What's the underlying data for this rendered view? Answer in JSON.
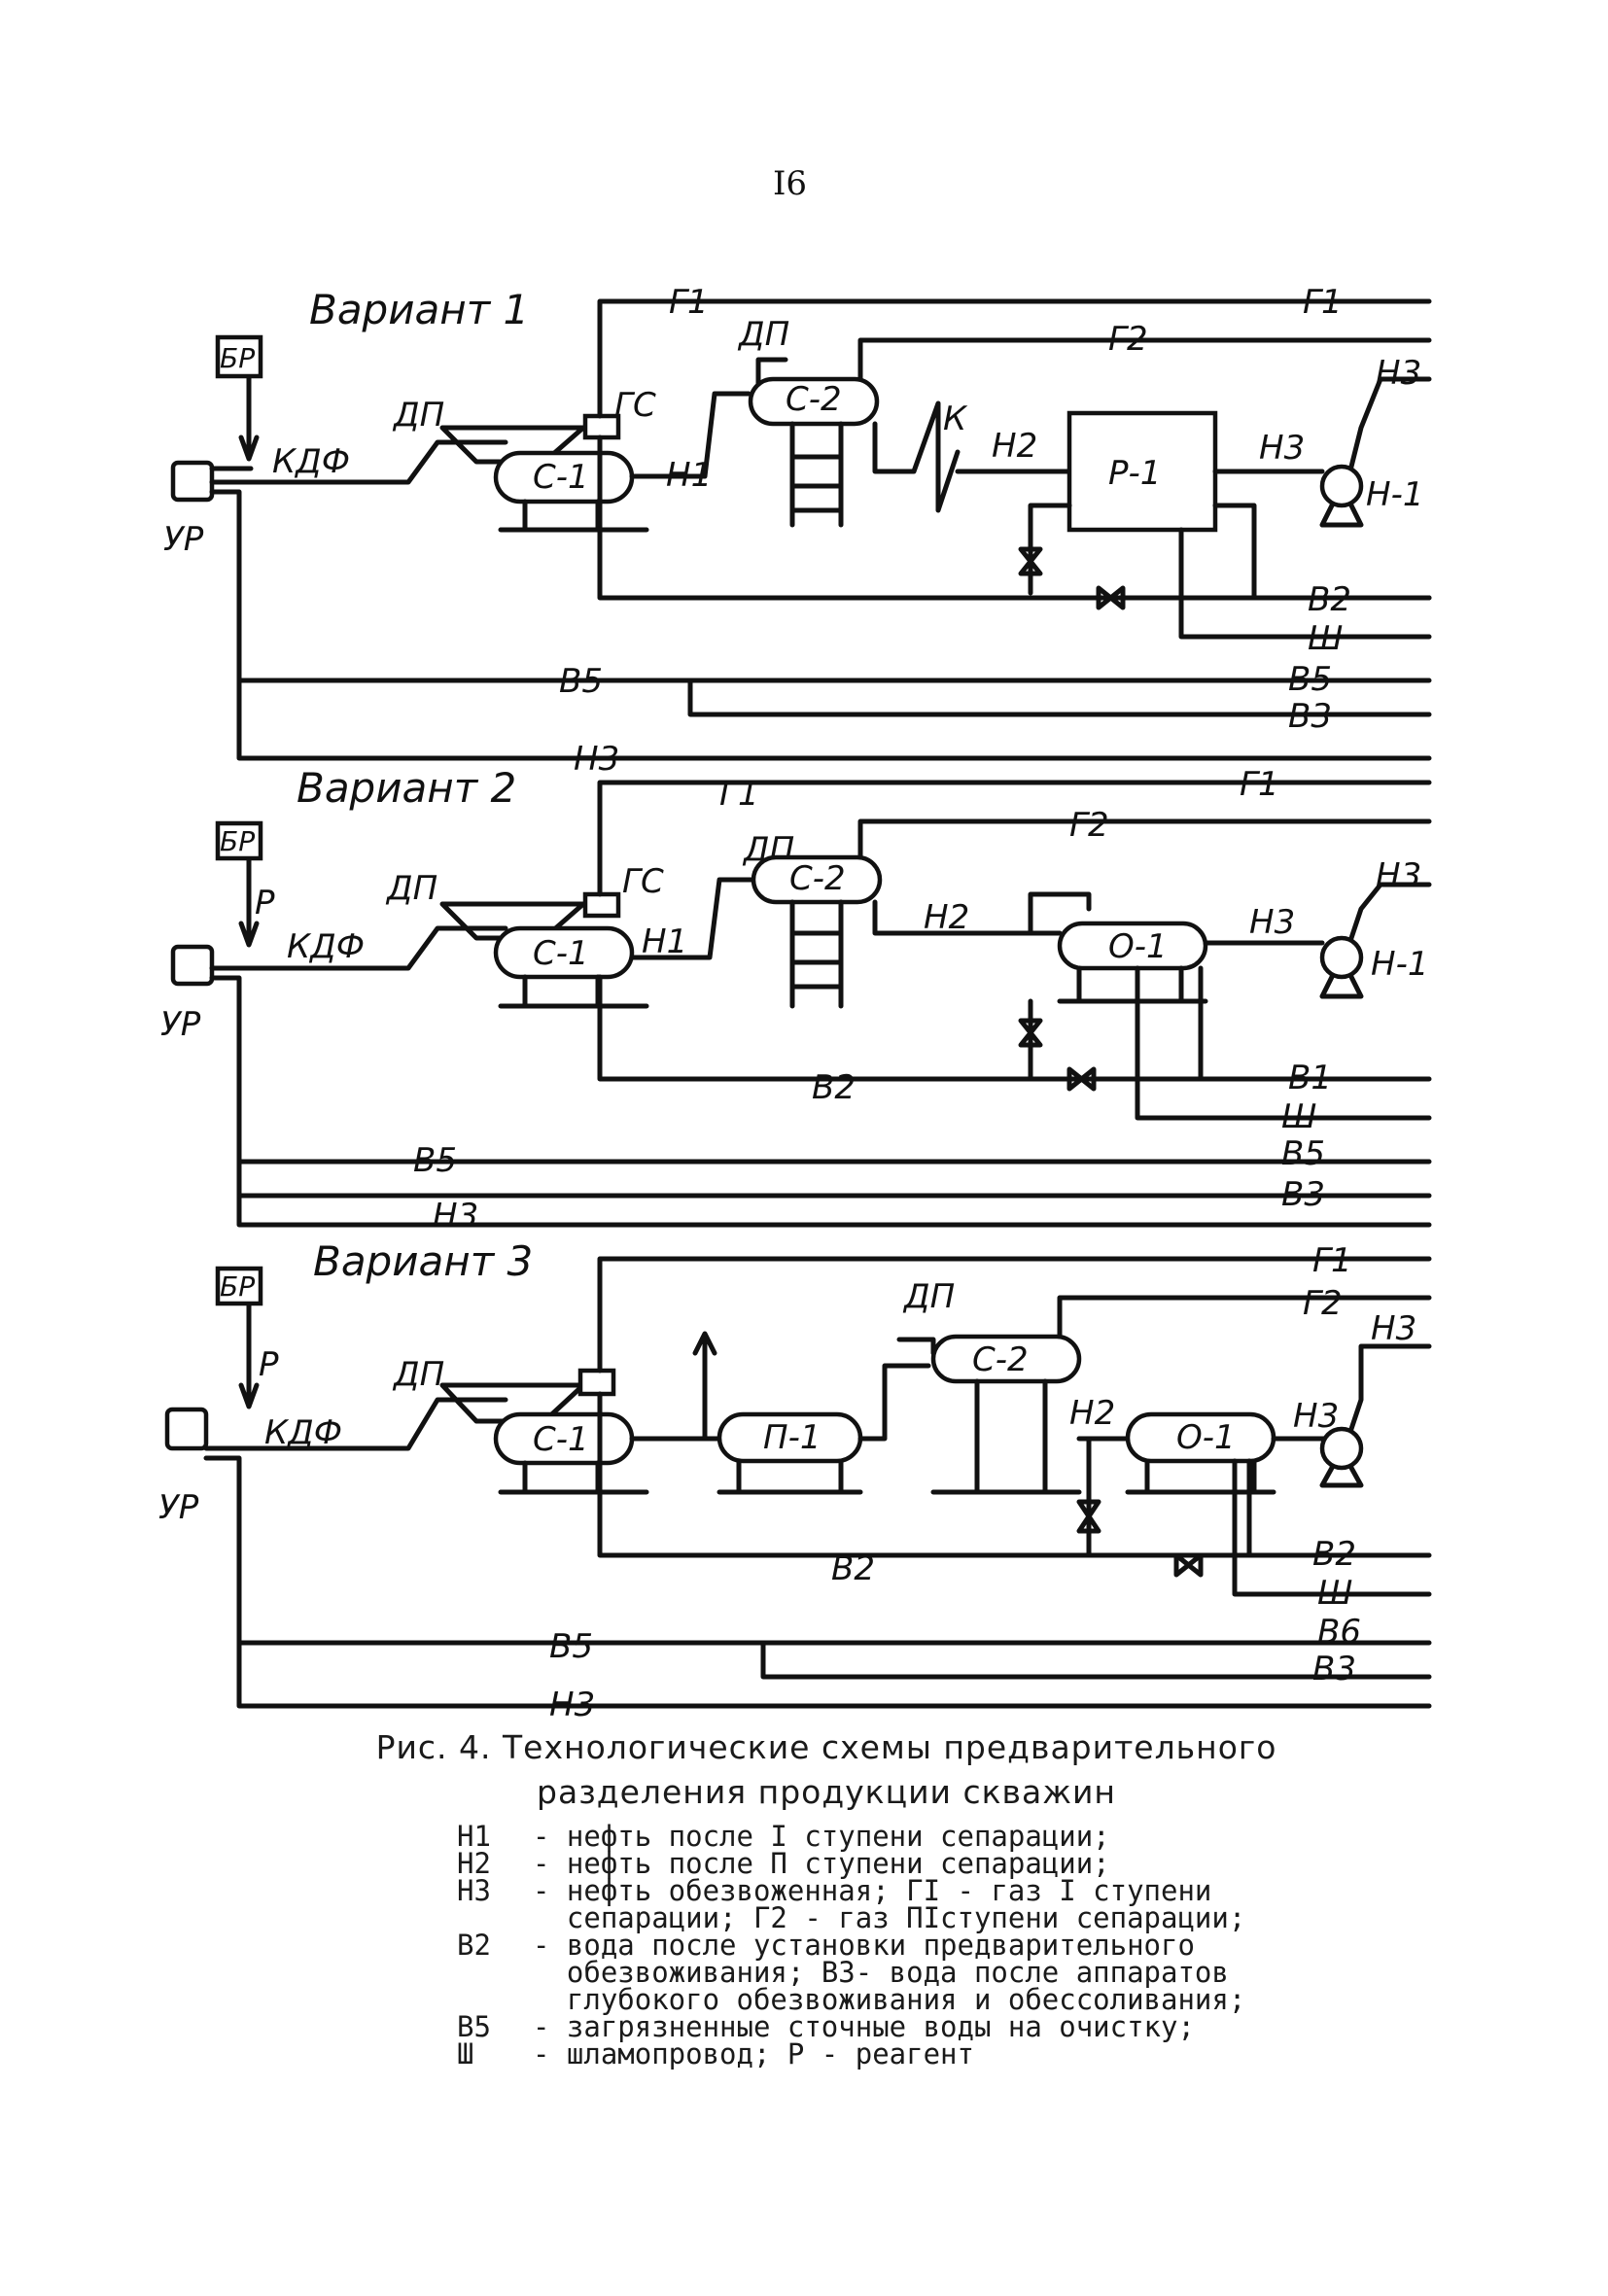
{
  "page_number": "I6",
  "variants": [
    {
      "title": "Вариант 1",
      "labels": {
        "br": "БР",
        "ur": "УР",
        "kdf": "КДФ",
        "dp1": "ДП",
        "gs": "ГС",
        "c1": "С-1",
        "n1": "Н1",
        "dp2": "ДП",
        "c2": "С-2",
        "k": "К",
        "n2": "Н2",
        "p1": "Р-1",
        "n3": "Н3",
        "n3top": "Н3",
        "pump": "Н-1",
        "g1a": "Г1",
        "g1b": "Г1",
        "g2": "Г2",
        "out_b2": "В2",
        "out_sh": "Ш",
        "out_b5": "В5",
        "out_b3": "В3",
        "b5_mid": "В5",
        "n3_bot": "Н3"
      }
    },
    {
      "title": "Вариант 2",
      "labels": {
        "br": "БР",
        "p": "Р",
        "ur": "УР",
        "kdf": "КДФ",
        "dp1": "ДП",
        "gs": "ГС",
        "c1": "С-1",
        "n1": "Н1",
        "g1a": "Г1",
        "dp2": "ДП",
        "c2": "С-2",
        "n2": "Н2",
        "o1": "О-1",
        "n3": "Н3",
        "n3top": "Н3",
        "pump": "Н-1",
        "g1b": "Г1",
        "g2": "Г2",
        "b2_mid": "В2",
        "out_b1": "В1",
        "out_sh": "Ш",
        "out_b5": "В5",
        "out_b3": "В3",
        "b5_mid": "В5",
        "n3_bot": "Н3"
      }
    },
    {
      "title": "Вариант 3",
      "labels": {
        "br": "БР",
        "p": "Р",
        "ur": "УР",
        "kdf": "КДФ",
        "dp1": "ДП",
        "c1": "С-1",
        "p1": "П-1",
        "dp2": "ДП",
        "c2": "С-2",
        "n2": "Н2",
        "o1": "О-1",
        "n3": "Н3",
        "n3top": "Н3",
        "g1": "Г1",
        "g2": "Г2",
        "b2_mid": "В2",
        "out_b2": "В2",
        "out_sh": "Ш",
        "out_b6": "В6",
        "out_b3": "В3",
        "b5_mid": "В5",
        "n3_bot": "Н3"
      }
    }
  ],
  "caption": {
    "title_line1": "Рис. 4. Технологические схемы предварительного",
    "title_line2": "разделения продукции скважин",
    "legend": [
      {
        "sym": "Н1",
        "text": "- нефть после I ступени сепарации;"
      },
      {
        "sym": "Н2",
        "text": "- нефть после П ступени сепарации;"
      },
      {
        "sym": "Н3",
        "text": "- нефть обезвоженная; ГI - газ I ступени"
      },
      {
        "sym": "",
        "text": "  сепарации; Г2 - газ ПIступени сепарации;"
      },
      {
        "sym": "В2",
        "text": "- вода после установки предварительного"
      },
      {
        "sym": "",
        "text": "  обезвоживания; В3- вода после аппаратов"
      },
      {
        "sym": "",
        "text": "  глубокого обезвоживания и обессоливания;"
      },
      {
        "sym": "В5",
        "text": "- загрязненные сточные воды на очистку;"
      },
      {
        "sym": "Ш",
        "text": "- шламопровод; Р - реагент"
      }
    ]
  }
}
